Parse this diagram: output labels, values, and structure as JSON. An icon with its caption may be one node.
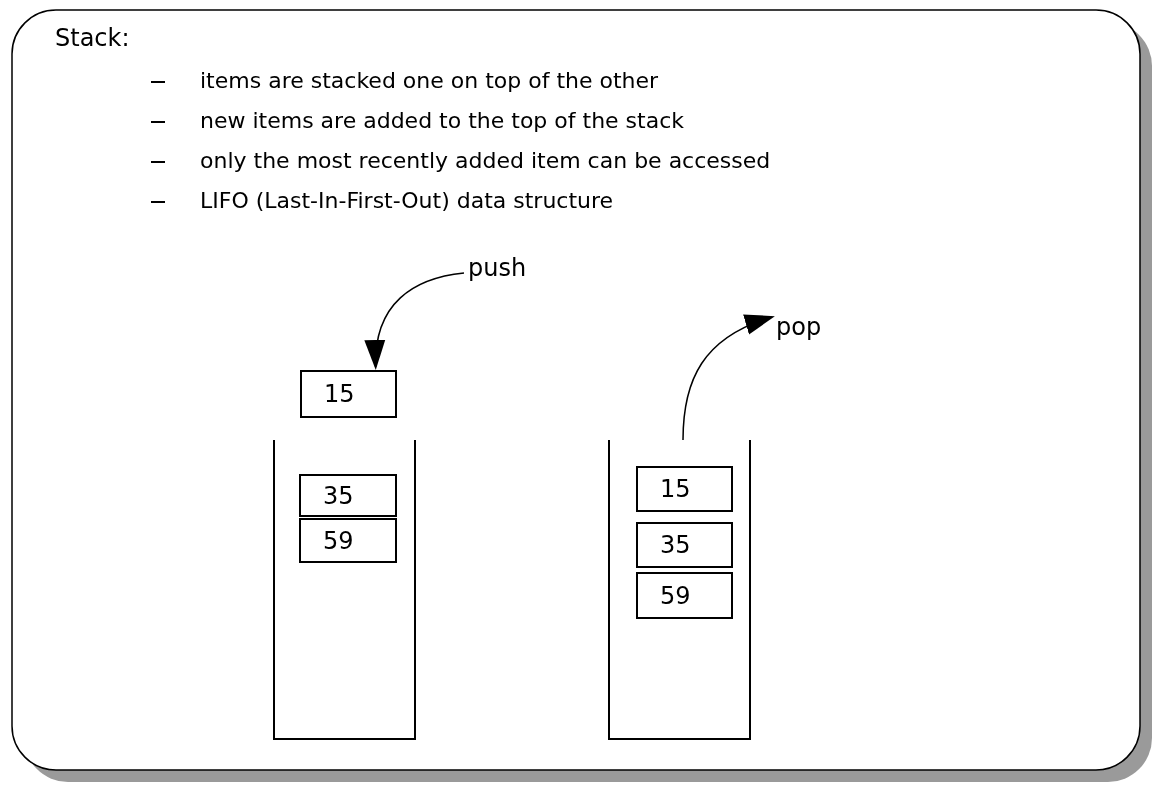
{
  "diagram": {
    "title": "Stack:",
    "nodes": [
      {
        "text": [
          "push"
        ]
      },
      {
        "text": [
          "pop"
        ]
      },
      {
        "text": [
          "15"
        ]
      },
      {
        "text": [],
        "shape": "box"
      },
      {
        "text": [
          "35"
        ],
        "in": 3
      },
      {
        "text": [
          "59"
        ],
        "in": 3
      },
      {
        "text": [],
        "shape": "box"
      },
      {
        "text": [
          "15"
        ],
        "in": 6
      },
      {
        "text": [
          "35"
        ],
        "in": 6
      },
      {
        "text": [
          "59"
        ],
        "in": 6
      }
    ],
    "edges": [
      {
        "from": 0,
        "to": 2,
        "arrow": "to"
      },
      {
        "from": 6,
        "to": 1,
        "arrow": "to"
      }
    ],
    "labels": [
      "items are stacked one on top of the other",
      "new items are added to the top of the stack",
      "only the most recently added item can be accessed",
      "LIFO (Last-In-First-Out) data structure"
    ]
  }
}
